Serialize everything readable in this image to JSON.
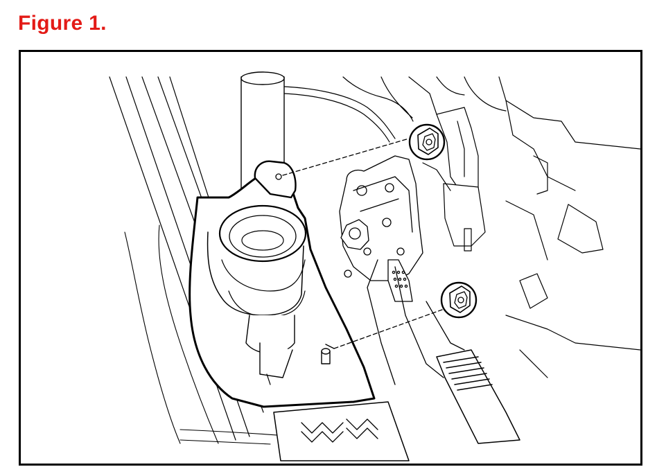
{
  "figure": {
    "title": "Figure 1."
  },
  "illustration": {
    "ink_color": "#000000",
    "title_color": "#e31b17",
    "callouts": [
      {
        "id": "upper-nut-clip",
        "icon": "nut-clip-icon"
      },
      {
        "id": "lower-nut-clip",
        "icon": "nut-clip-icon"
      }
    ]
  }
}
